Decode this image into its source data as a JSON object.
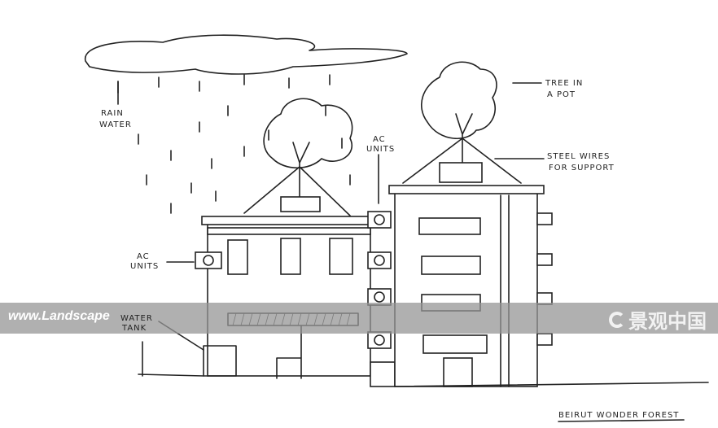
{
  "labels": {
    "rain_water": [
      "RAIN",
      "WATER"
    ],
    "ac_units_left": [
      "AC",
      "UNITS"
    ],
    "ac_units_middle": [
      "AC",
      "UNITS"
    ],
    "tree_in_pot": [
      "TREE IN",
      "A POT"
    ],
    "steel_wires": [
      "STEEL WIRES",
      "FOR SUPPORT"
    ],
    "water_tank": [
      "WATER",
      "TANK"
    ],
    "title": "BEIRUT WONDER FOREST"
  },
  "watermark": {
    "left_text": "www.Landscape",
    "right_text": "景观中国"
  }
}
